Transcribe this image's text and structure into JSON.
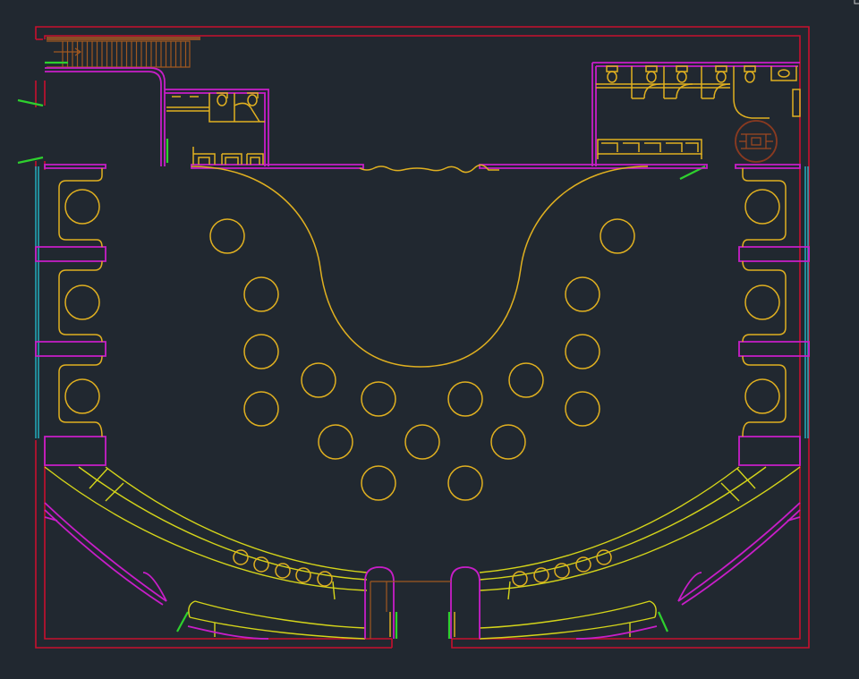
{
  "drawing": {
    "type": "architectural-floor-plan",
    "background_color": "#212830",
    "colors": {
      "outer_wall": "#c8102e",
      "partition": "#c81ec8",
      "furniture": "#e0b020",
      "seating_curve": "#d4d41a",
      "door_leaf": "#2ed02e",
      "glazing": "#22b8c8",
      "stair": "#a05820"
    },
    "elements": {
      "dining_tables": 17,
      "booth_tables": 6,
      "bar_stools": 10,
      "toilet_stalls": 8,
      "entrance_doors": 2
    }
  }
}
